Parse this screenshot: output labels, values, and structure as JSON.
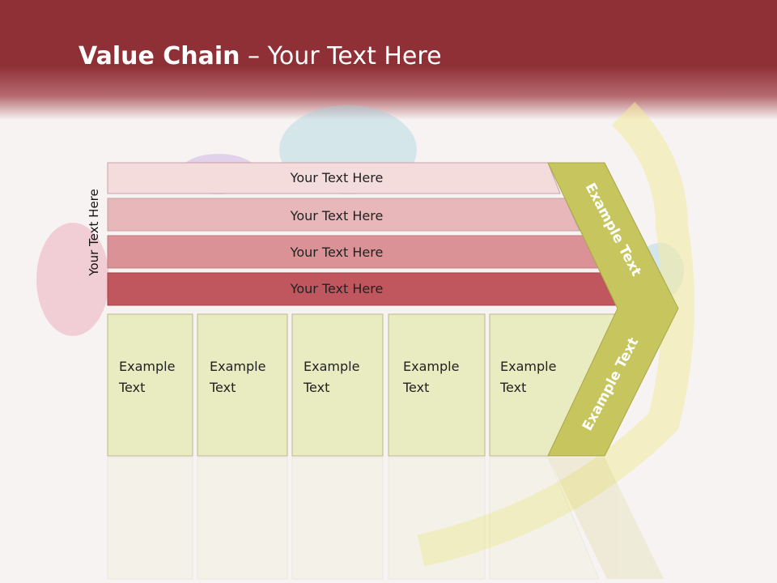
{
  "title": {
    "bold": "Value Chain",
    "rest": " – Your Text Here"
  },
  "side_label": "Your Text Here",
  "rows": [
    {
      "label": "Your Text Here",
      "color": "#f4dcdd"
    },
    {
      "label": "Your Text Here",
      "color": "#e8b7ba"
    },
    {
      "label": "Your Text Here",
      "color": "#da9296"
    },
    {
      "label": "Your Text Here",
      "color": "#c0575e"
    }
  ],
  "columns": [
    {
      "line1": "Example",
      "line2": "Text"
    },
    {
      "line1": "Example",
      "line2": "Text"
    },
    {
      "line1": "Example",
      "line2": "Text"
    },
    {
      "line1": "Example",
      "line2": "Text"
    },
    {
      "line1": "Example",
      "line2": "Text"
    }
  ],
  "chevron": {
    "upper_label": "Example Text",
    "lower_label": "Example Text",
    "color": "#c7c65e"
  },
  "colors": {
    "header": "#8f3036",
    "column_fill": "#e9ebc1",
    "column_stroke": "#b9b98c"
  }
}
